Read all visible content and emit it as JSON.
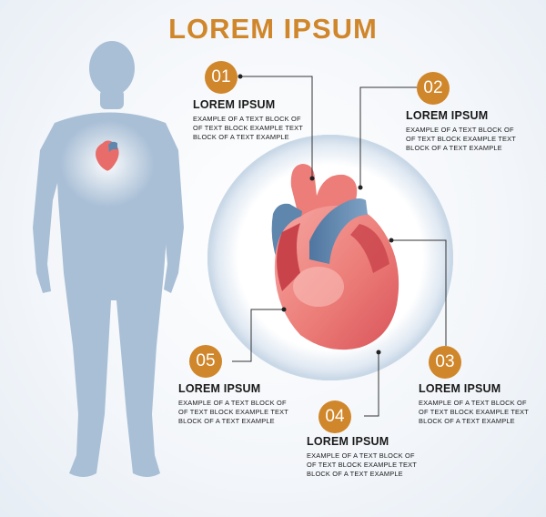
{
  "title": "LOREM IPSUM",
  "colors": {
    "accent": "#d0862a",
    "silhouette": "#a9bfd6",
    "heart": "#e86d6a",
    "vessel": "#5f86ad"
  },
  "callouts": [
    {
      "num": "01",
      "heading": "LOREM IPSUM",
      "lines": [
        "EXAMPLE OF A TEXT BLOCK OF",
        "OF TEXT BLOCK EXAMPLE TEXT",
        "BLOCK OF A TEXT EXAMPLE"
      ]
    },
    {
      "num": "02",
      "heading": "LOREM IPSUM",
      "lines": [
        "EXAMPLE OF A TEXT BLOCK OF",
        "OF TEXT BLOCK EXAMPLE TEXT",
        "BLOCK OF A TEXT EXAMPLE"
      ]
    },
    {
      "num": "03",
      "heading": "LOREM IPSUM",
      "lines": [
        "EXAMPLE OF A TEXT BLOCK OF",
        "OF TEXT BLOCK EXAMPLE TEXT",
        "BLOCK OF A TEXT EXAMPLE"
      ]
    },
    {
      "num": "04",
      "heading": "LOREM IPSUM",
      "lines": [
        "EXAMPLE OF A TEXT BLOCK OF",
        "OF TEXT BLOCK EXAMPLE TEXT",
        "BLOCK OF A TEXT EXAMPLE"
      ]
    },
    {
      "num": "05",
      "heading": "LOREM IPSUM",
      "lines": [
        "EXAMPLE OF A TEXT BLOCK OF",
        "OF TEXT BLOCK EXAMPLE TEXT",
        "BLOCK OF A TEXT EXAMPLE"
      ]
    }
  ]
}
